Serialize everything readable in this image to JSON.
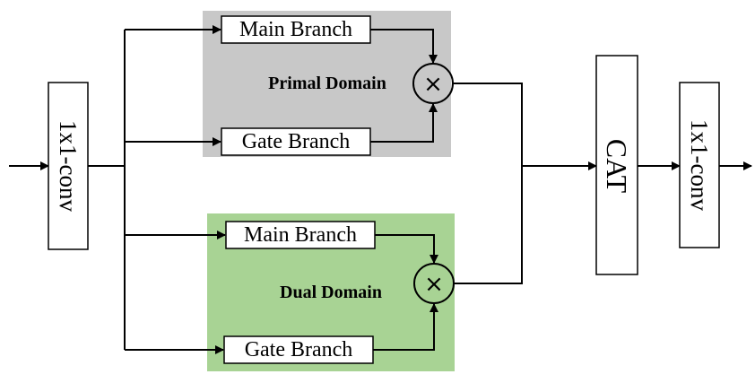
{
  "colors": {
    "primal_bg": "#c8c8c8",
    "dual_bg": "#a8d394",
    "stroke": "#000000",
    "box_fill": "#ffffff"
  },
  "input_conv": {
    "label": "1x1-conv"
  },
  "primal": {
    "region_label": "Primal Domain",
    "main_label": "Main Branch",
    "gate_label": "Gate Branch",
    "op_symbol": "×"
  },
  "dual": {
    "region_label": "Dual Domain",
    "main_label": "Main Branch",
    "gate_label": "Gate Branch",
    "op_symbol": "×"
  },
  "concat": {
    "label": "CAT"
  },
  "output_conv": {
    "label": "1x1-conv"
  }
}
